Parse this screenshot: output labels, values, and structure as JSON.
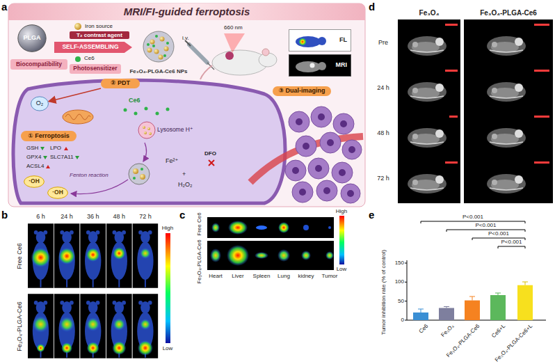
{
  "diagram": {
    "nodes": [
      {
        "text": [
          "MRI/FI-guided ferroptosis"
        ]
      },
      {
        "text": [
          "PLGA"
        ]
      },
      {
        "text": [
          "Biocompatibility"
        ]
      },
      {
        "text": [
          "SELF-ASSEMBLING"
        ]
      },
      {
        "text": [
          "Photosensitizer"
        ]
      },
      {
        "text": [
          "Fe₃O₄-PLGA-Ce6 NPs"
        ]
      },
      {
        "text": [
          "FL"
        ]
      },
      {
        "text": [
          "MRI"
        ]
      },
      {
        "text": [
          "② PDT"
        ]
      },
      {
        "text": [
          "③ Dual-imaging"
        ]
      },
      {
        "text": [
          "O₂"
        ]
      },
      {
        "text": [
          "Lysosome H⁺"
        ]
      },
      {
        "text": [
          "① Ferroptosis"
        ]
      },
      {
        "text": [
          "·OH"
        ]
      },
      {
        "text": [
          "·OH"
        ]
      }
    ],
    "edges": [
      {
        "from": 8,
        "to": 10,
        "arrow": "to"
      }
    ],
    "labels": [
      "a",
      "Iron source",
      "T₂ contrast agent",
      "Ce6",
      "i.v.",
      "660 nm",
      "Ce6",
      "GSH",
      "LPO",
      "GPX4",
      "SLC7A11",
      "ACSL4",
      "DFO",
      "Fe²⁺",
      "+",
      "H₂O₂",
      "Fenton reaction",
      "d",
      "Fe₃O₄",
      "Fe₃O₄-PLGA-Ce6",
      "Pre",
      "24 h",
      "48 h",
      "72 h",
      "b",
      "6 h",
      "24 h",
      "36 h",
      "48 h",
      "72 h",
      "Free Ce6",
      "Fe₃O₄-PLGA-Ce6",
      "High",
      "Low",
      "c",
      "Free Ce6",
      "Fe₃O₄-PLGA-Ce6",
      "Heart",
      "Liver",
      "Spleen",
      "Lung",
      "kidney",
      "Tumor",
      "High",
      "Low",
      "e",
      "Tumor inhibition rate (% of control)",
      "150",
      "100",
      "50",
      "0",
      "Ce6",
      "Fe₃O₄",
      "Fe₃O₄-PLGA-Ce6",
      "Ce6+L",
      "Fe₃O₄-PLGA-Ce6+L",
      "P<0.001",
      "P<0.001",
      "P<0.001",
      "P<0.001"
    ]
  }
}
